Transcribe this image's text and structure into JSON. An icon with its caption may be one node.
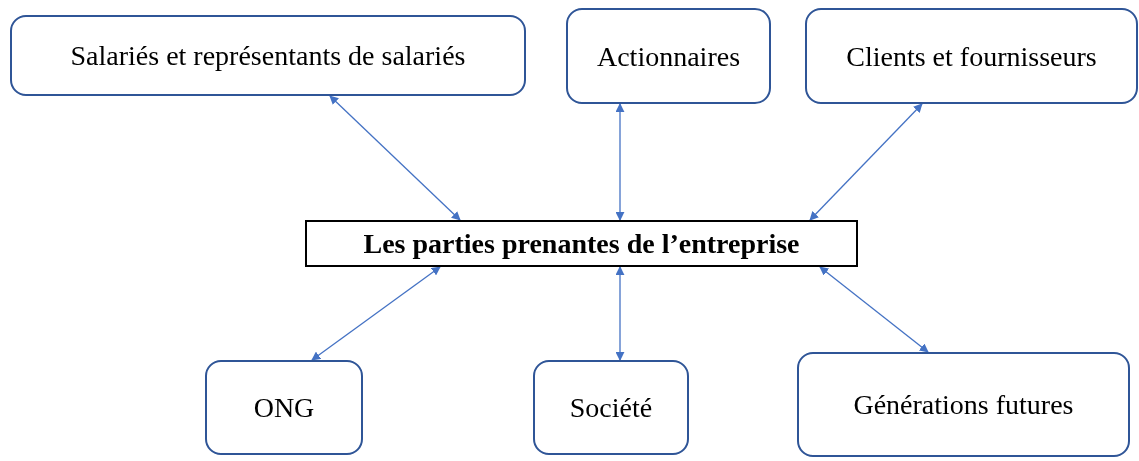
{
  "diagram": {
    "nodes": [
      {
        "text": [
          "Les parties prenantes de l’entreprise"
        ]
      },
      {
        "text": [
          "Salariés et représentants de salariés"
        ]
      },
      {
        "text": [
          "Actionnaires"
        ]
      },
      {
        "text": [
          "Clients et fournisseurs"
        ]
      },
      {
        "text": [
          "ONG"
        ]
      },
      {
        "text": [
          "Société"
        ]
      },
      {
        "text": [
          "Générations futures"
        ]
      }
    ],
    "edges": [
      {
        "from": 0,
        "to": 1,
        "arrow": "both"
      },
      {
        "from": 0,
        "to": 2,
        "arrow": "both"
      },
      {
        "from": 0,
        "to": 3,
        "arrow": "both"
      },
      {
        "from": 0,
        "to": 4,
        "arrow": "both"
      },
      {
        "from": 0,
        "to": 5,
        "arrow": "both"
      },
      {
        "from": 0,
        "to": 6,
        "arrow": "both"
      }
    ]
  }
}
